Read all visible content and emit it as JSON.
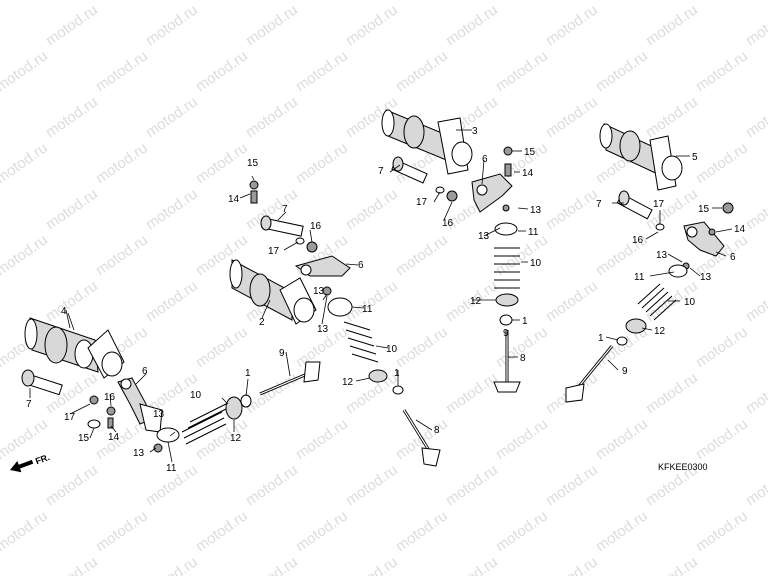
{
  "watermark": "motod.ru",
  "drawing_code": "KFKEE0300",
  "direction_label": "FR.",
  "labels": [
    "1",
    "2",
    "3",
    "4",
    "5",
    "6",
    "7",
    "8",
    "9",
    "10",
    "11",
    "12",
    "13",
    "14",
    "15",
    "16",
    "17"
  ]
}
